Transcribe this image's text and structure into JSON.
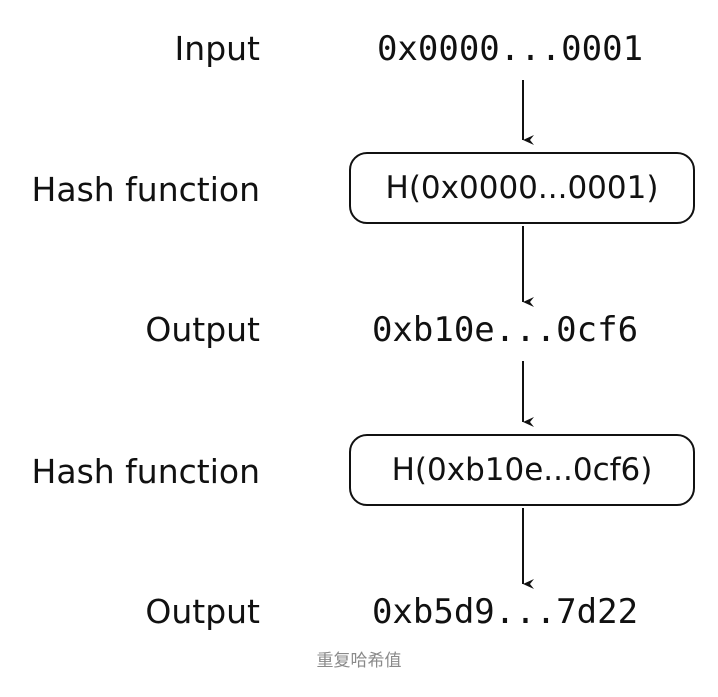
{
  "diagram": {
    "rows": [
      {
        "label": "Input",
        "value": "0x0000...0001"
      },
      {
        "label": "Hash function",
        "value": "H(0x0000...0001)"
      },
      {
        "label": "Output",
        "value": "0xb10e...0cf6"
      },
      {
        "label": "Hash function",
        "value": "H(0xb10e...0cf6)"
      },
      {
        "label": "Output",
        "value": "0xb5d9...7d22"
      }
    ],
    "caption": "重复哈希值",
    "colors": {
      "ink": "#111111",
      "caption": "#8a8a8a",
      "background": "#ffffff"
    }
  }
}
